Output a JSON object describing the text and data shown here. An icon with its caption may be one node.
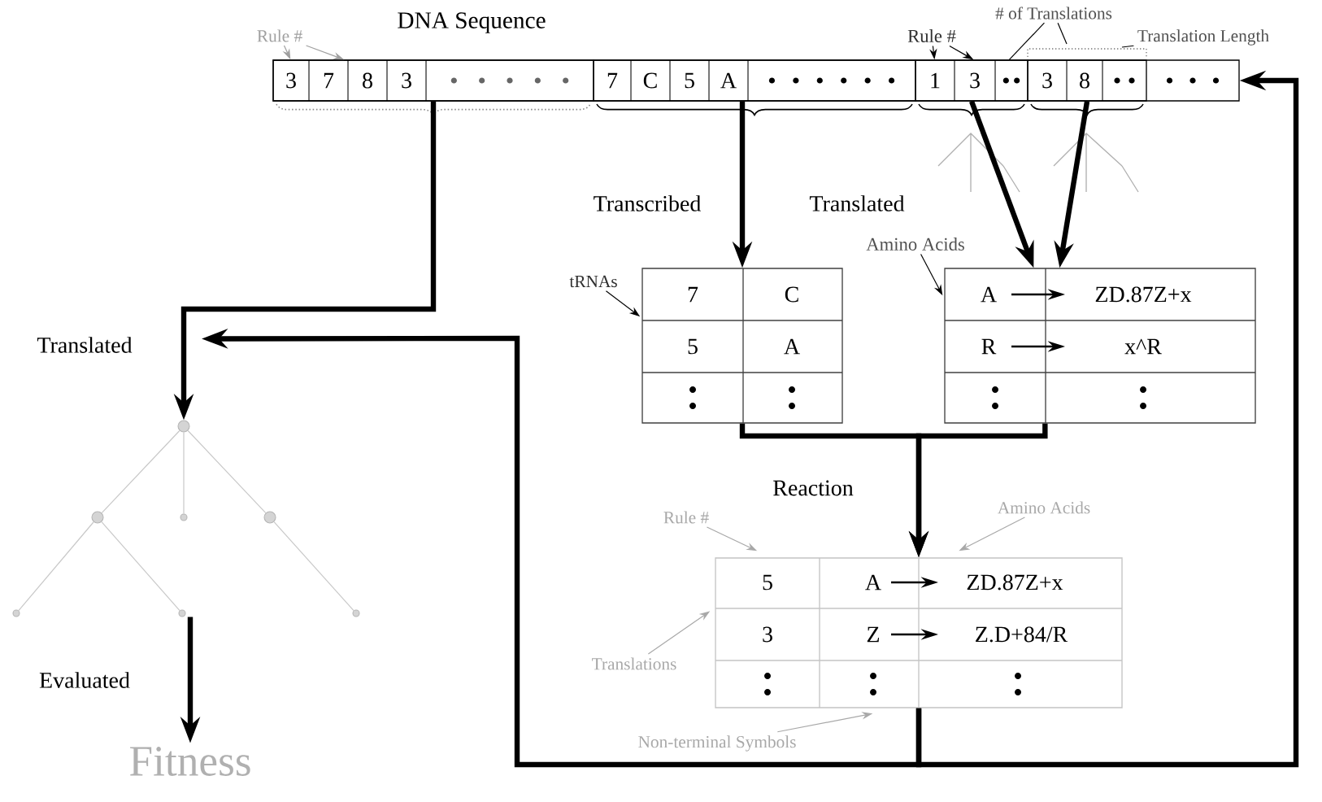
{
  "diagram": {
    "nodes": [
      {
        "text": [
          "DNA Sequence"
        ]
      },
      {
        "text": [
          "3",
          "7",
          "8",
          "3"
        ],
        "in": 0
      },
      {
        "text": [
          "7",
          "C",
          "5",
          "A"
        ],
        "in": 0
      },
      {
        "text": [
          "1",
          "3"
        ],
        "in": 0
      },
      {
        "text": [
          "3",
          "8"
        ],
        "in": 0
      },
      {
        "text": [
          "7",
          "C",
          "5",
          "A"
        ]
      },
      {
        "text": [
          "A",
          "ZD.87Z+x",
          "R",
          "x^R"
        ]
      },
      {
        "text": [
          "5",
          "A",
          "ZD.87Z+x",
          "3",
          "Z",
          "Z.D+84/R"
        ]
      },
      {
        "text": [],
        "shape": "circle"
      },
      {
        "text": [],
        "shape": "circle"
      },
      {
        "text": [],
        "shape": "circle"
      },
      {
        "text": [],
        "shape": "circle"
      },
      {
        "text": [],
        "shape": "circle"
      },
      {
        "text": [],
        "shape": "circle"
      },
      {
        "text": [],
        "shape": "circle"
      },
      {
        "text": [
          "Fitness"
        ]
      },
      {
        "text": [
          "Rule #"
        ]
      },
      {
        "text": [
          "Rule #"
        ]
      },
      {
        "text": [
          "# of Translations"
        ]
      },
      {
        "text": [
          "Translation Length"
        ]
      },
      {
        "text": [
          "tRNAs"
        ]
      },
      {
        "text": [
          "Amino Acids"
        ]
      },
      {
        "text": [
          "Rule #"
        ]
      },
      {
        "text": [
          "Amino Acids"
        ]
      },
      {
        "text": [
          "Translations"
        ]
      },
      {
        "text": [
          "Non-terminal Symbols"
        ]
      }
    ],
    "edges": [
      {
        "from": 1,
        "to": 8,
        "arrow": "to",
        "label": "Translated",
        "style": "thick"
      },
      {
        "from": 2,
        "to": 5,
        "arrow": "to",
        "label": "Transcribed",
        "style": "thick"
      },
      {
        "from": 3,
        "to": 6,
        "arrow": "to",
        "label": "Translated",
        "style": "thick"
      },
      {
        "from": 4,
        "to": 6,
        "arrow": "to",
        "style": "thick"
      },
      {
        "from": 5,
        "to": 7,
        "arrow": "to",
        "label": "Reaction",
        "style": "thick"
      },
      {
        "from": 6,
        "to": 7,
        "arrow": "to",
        "style": "thick"
      },
      {
        "from": 7,
        "to": 8,
        "arrow": "to",
        "style": "thick"
      },
      {
        "from": 7,
        "to": 0,
        "arrow": "to",
        "style": "thick"
      },
      {
        "from": 13,
        "to": 15,
        "arrow": "to",
        "label": "Evaluated",
        "style": "thick"
      },
      {
        "from": 8,
        "to": 9,
        "arrow": "none",
        "color": "#c8c8c8"
      },
      {
        "from": 8,
        "to": 10,
        "arrow": "none",
        "color": "#c8c8c8"
      },
      {
        "from": 8,
        "to": 11,
        "arrow": "none",
        "color": "#c8c8c8"
      },
      {
        "from": 9,
        "to": 12,
        "arrow": "none",
        "color": "#c8c8c8"
      },
      {
        "from": 9,
        "to": 13,
        "arrow": "none",
        "color": "#c8c8c8"
      },
      {
        "from": 11,
        "to": 14,
        "arrow": "none",
        "color": "#c8c8c8"
      },
      {
        "from": 16,
        "to": 1,
        "arrow": "to",
        "color": "#a0a0a0"
      },
      {
        "from": 16,
        "to": 1,
        "arrow": "to",
        "color": "#a0a0a0"
      },
      {
        "from": 17,
        "to": 3,
        "arrow": "to"
      },
      {
        "from": 17,
        "to": 3,
        "arrow": "to"
      },
      {
        "from": 18,
        "to": 3,
        "arrow": "none"
      },
      {
        "from": 18,
        "to": null,
        "arrow": "none"
      },
      {
        "from": 19,
        "to": null,
        "arrow": "none"
      },
      {
        "from": 20,
        "to": 5,
        "arrow": "to"
      },
      {
        "from": 21,
        "to": 6,
        "arrow": "to"
      },
      {
        "from": 22,
        "to": 7,
        "arrow": "to",
        "color": "#a8a8a8"
      },
      {
        "from": 23,
        "to": 7,
        "arrow": "to",
        "color": "#a8a8a8"
      },
      {
        "from": 24,
        "to": 7,
        "arrow": "to",
        "color": "#a8a8a8"
      },
      {
        "from": 25,
        "to": 7,
        "arrow": "to",
        "color": "#a8a8a8"
      }
    ]
  }
}
